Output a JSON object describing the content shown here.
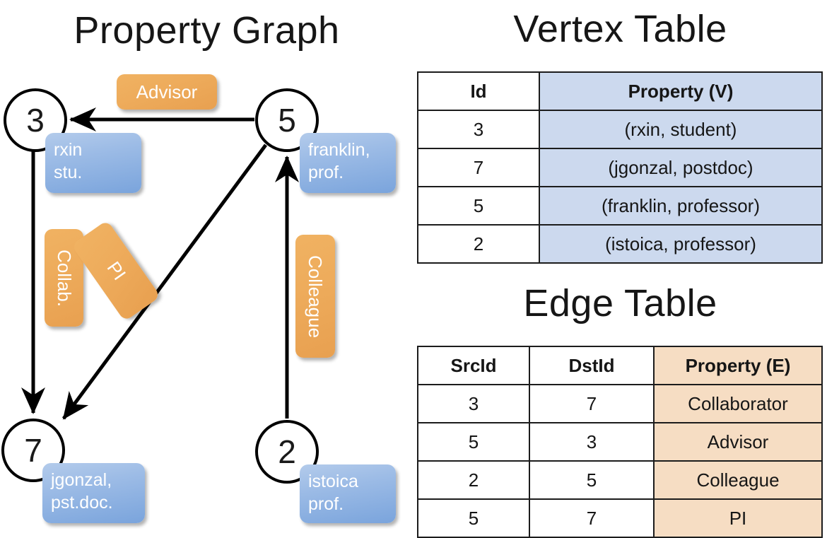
{
  "titles": {
    "property_graph": "Property Graph",
    "vertex_table": "Vertex Table",
    "edge_table": "Edge Table"
  },
  "graph": {
    "nodes": [
      {
        "id": "3",
        "property": "rxin\nstu."
      },
      {
        "id": "5",
        "property": "franklin,\nprof."
      },
      {
        "id": "7",
        "property": "jgonzal,\npst.doc."
      },
      {
        "id": "2",
        "property": "istoica\nprof."
      }
    ],
    "edge_labels": [
      {
        "name": "advisor",
        "text": "Advisor"
      },
      {
        "name": "collab",
        "text": "Collab."
      },
      {
        "name": "pi",
        "text": "PI"
      },
      {
        "name": "colleague",
        "text": "Colleague"
      }
    ]
  },
  "vertex_table": {
    "headers": [
      "Id",
      "Property (V)"
    ],
    "rows": [
      {
        "id": "3",
        "property": "(rxin, student)"
      },
      {
        "id": "7",
        "property": "(jgonzal, postdoc)"
      },
      {
        "id": "5",
        "property": "(franklin, professor)"
      },
      {
        "id": "2",
        "property": "(istoica, professor)"
      }
    ]
  },
  "edge_table": {
    "headers": [
      "SrcId",
      "DstId",
      "Property (E)"
    ],
    "rows": [
      {
        "src": "3",
        "dst": "7",
        "property": "Collaborator"
      },
      {
        "src": "5",
        "dst": "3",
        "property": "Advisor"
      },
      {
        "src": "2",
        "dst": "5",
        "property": "Colleague"
      },
      {
        "src": "5",
        "dst": "7",
        "property": "PI"
      }
    ]
  },
  "colors": {
    "vertex_property_fill": "#ccd9ee",
    "edge_property_fill": "#f6ddc3",
    "node_box_blue": "#7aa4dc",
    "edge_label_orange": "#eeac5c",
    "stroke": "#000000"
  }
}
